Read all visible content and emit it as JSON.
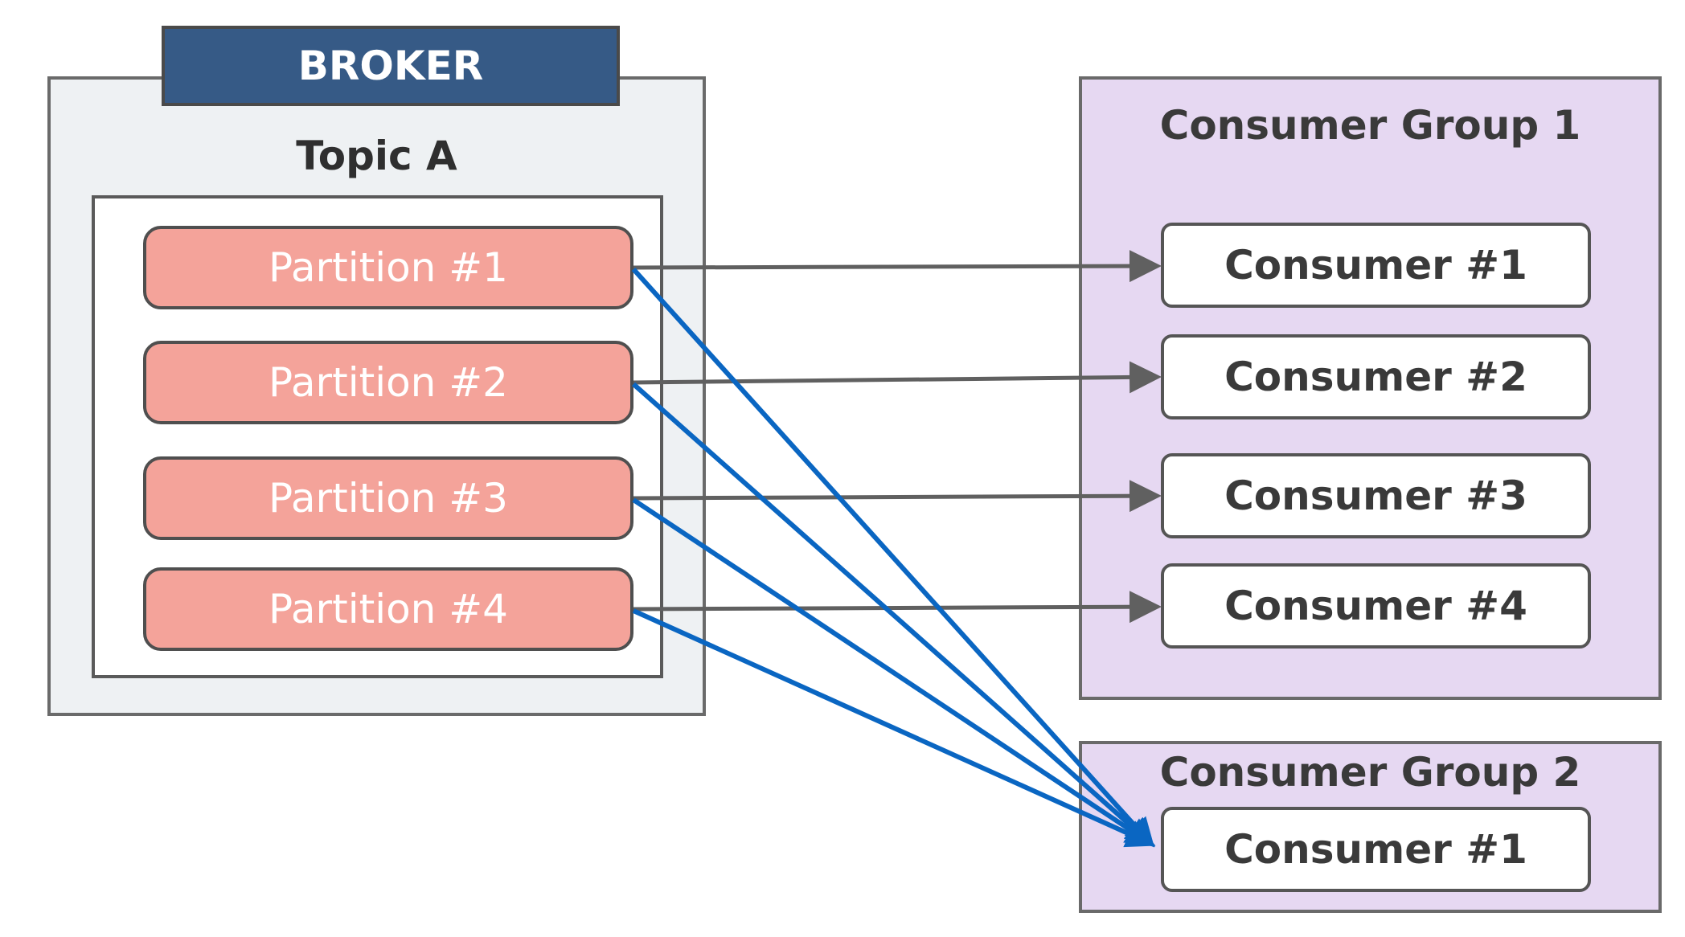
{
  "broker": {
    "label": "BROKER"
  },
  "topic": {
    "title": "Topic A",
    "partitions": [
      "Partition #1",
      "Partition #2",
      "Partition #3",
      "Partition #4"
    ]
  },
  "consumer_group_1": {
    "title": "Consumer Group 1",
    "consumers": [
      "Consumer #1",
      "Consumer #2",
      "Consumer #3",
      "Consumer #4"
    ]
  },
  "consumer_group_2": {
    "title": "Consumer Group 2",
    "consumers": [
      "Consumer #1"
    ]
  },
  "colors": {
    "broker_header": "#365a86",
    "partition_fill": "#f4a39a",
    "group_fill": "#e6d8f2",
    "gray_arrow": "#606060",
    "blue_arrow": "#0a66c2"
  },
  "edges": [
    {
      "from": "Partition #1",
      "to": "Consumer Group 1 / Consumer #1",
      "color": "gray"
    },
    {
      "from": "Partition #2",
      "to": "Consumer Group 1 / Consumer #2",
      "color": "gray"
    },
    {
      "from": "Partition #3",
      "to": "Consumer Group 1 / Consumer #3",
      "color": "gray"
    },
    {
      "from": "Partition #4",
      "to": "Consumer Group 1 / Consumer #4",
      "color": "gray"
    },
    {
      "from": "Partition #1",
      "to": "Consumer Group 2 / Consumer #1",
      "color": "blue"
    },
    {
      "from": "Partition #2",
      "to": "Consumer Group 2 / Consumer #1",
      "color": "blue"
    },
    {
      "from": "Partition #3",
      "to": "Consumer Group 2 / Consumer #1",
      "color": "blue"
    },
    {
      "from": "Partition #4",
      "to": "Consumer Group 2 / Consumer #1",
      "color": "blue"
    }
  ]
}
